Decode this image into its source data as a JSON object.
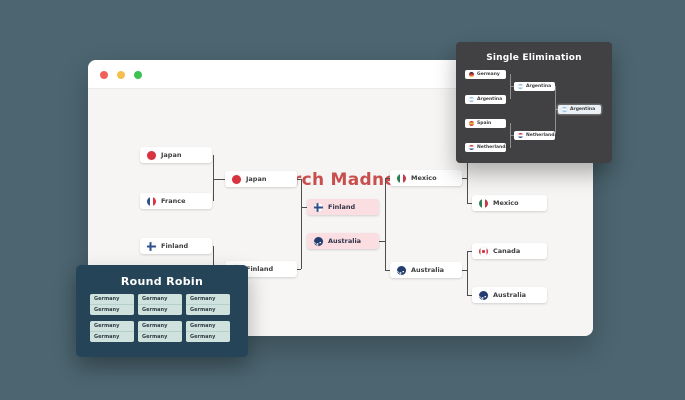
{
  "colors": {
    "page_background": "#4c6570",
    "window_background": "#f6f5f3",
    "accent_title": "#c94f4f",
    "finalist_highlight": "#fadee1",
    "single_elimination_panel": "#414042",
    "round_robin_panel": "#264458",
    "round_robin_card": "#cfe2dd",
    "traffic_lights": [
      "#f25f5a",
      "#f5bf4d",
      "#3ac253"
    ]
  },
  "window": {
    "title": "March Madness"
  },
  "bracket": {
    "round1_left": [
      {
        "name": "Japan",
        "flag": "japan"
      },
      {
        "name": "France",
        "flag": "france"
      },
      {
        "name": "Finland",
        "flag": "finland"
      }
    ],
    "round2_left": [
      {
        "name": "Japan",
        "flag": "japan"
      },
      {
        "name": "Finland",
        "flag": "finland"
      }
    ],
    "final": [
      {
        "name": "Finland",
        "flag": "finland"
      },
      {
        "name": "Australia",
        "flag": "australia"
      }
    ],
    "round2_right": [
      {
        "name": "Mexico",
        "flag": "mexico"
      },
      {
        "name": "Australia",
        "flag": "australia"
      }
    ],
    "round1_right": [
      {
        "name": "Mexico",
        "flag": "mexico"
      },
      {
        "name": "Canada",
        "flag": "canada"
      },
      {
        "name": "Australia",
        "flag": "australia"
      }
    ]
  },
  "single_elimination": {
    "title": "Single Elimination",
    "round1": [
      {
        "name": "Germany",
        "flag": "germany"
      },
      {
        "name": "Argentina",
        "flag": "argentina"
      },
      {
        "name": "Spain",
        "flag": "spain"
      },
      {
        "name": "Netherlands",
        "flag": "netherlands"
      }
    ],
    "round2": [
      {
        "name": "Argentina",
        "flag": "argentina"
      },
      {
        "name": "Netherlands",
        "flag": "netherlands"
      }
    ],
    "champion": {
      "name": "Argentina",
      "flag": "argentina"
    }
  },
  "round_robin": {
    "title": "Round Robin",
    "cards": [
      {
        "rows": [
          "Germany",
          "Germany"
        ]
      },
      {
        "rows": [
          "Germany",
          "Germany"
        ]
      },
      {
        "rows": [
          "Germany",
          "Germany"
        ]
      },
      {
        "rows": [
          "Germany",
          "Germany"
        ]
      },
      {
        "rows": [
          "Germany",
          "Germany"
        ]
      },
      {
        "rows": [
          "Germany",
          "Germany"
        ]
      }
    ]
  }
}
